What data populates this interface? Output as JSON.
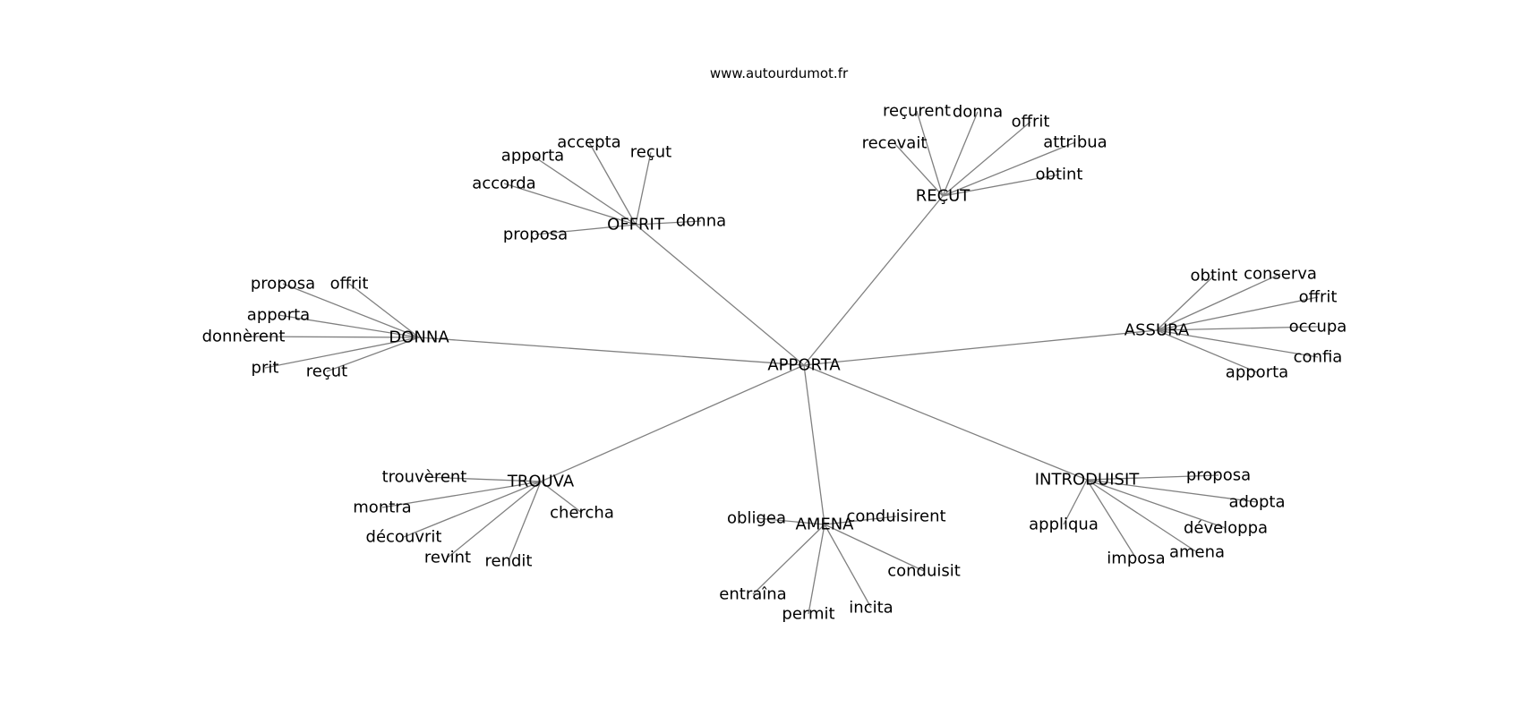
{
  "website": "www.autourdumot.fr",
  "center": {
    "id": "apporta",
    "label": "APPORTA"
  },
  "clusters": [
    {
      "id": "donna",
      "label": "DONNA",
      "words": [
        {
          "id": "donna-proposa",
          "label": "proposa"
        },
        {
          "id": "donna-offrit",
          "label": "offrit"
        },
        {
          "id": "donna-apporta",
          "label": "apporta"
        },
        {
          "id": "donna-donnerent",
          "label": "donnèrent"
        },
        {
          "id": "donna-prit",
          "label": "prit"
        },
        {
          "id": "donna-recut",
          "label": "reçut"
        }
      ]
    },
    {
      "id": "offrit",
      "label": "OFFRIT",
      "words": [
        {
          "id": "offrit-accepta",
          "label": "accepta"
        },
        {
          "id": "offrit-apporta",
          "label": "apporta"
        },
        {
          "id": "offrit-recut",
          "label": "reçut"
        },
        {
          "id": "offrit-accorda",
          "label": "accorda"
        },
        {
          "id": "offrit-donna",
          "label": "donna"
        },
        {
          "id": "offrit-proposa",
          "label": "proposa"
        }
      ]
    },
    {
      "id": "recut",
      "label": "REÇUT",
      "words": [
        {
          "id": "recut-recurent",
          "label": "reçurent"
        },
        {
          "id": "recut-donna",
          "label": "donna"
        },
        {
          "id": "recut-offrit",
          "label": "offrit"
        },
        {
          "id": "recut-recevait",
          "label": "recevait"
        },
        {
          "id": "recut-attribua",
          "label": "attribua"
        },
        {
          "id": "recut-obtint",
          "label": "obtint"
        }
      ]
    },
    {
      "id": "assura",
      "label": "ASSURA",
      "words": [
        {
          "id": "assura-obtint",
          "label": "obtint"
        },
        {
          "id": "assura-conserva",
          "label": "conserva"
        },
        {
          "id": "assura-offrit",
          "label": "offrit"
        },
        {
          "id": "assura-occupa",
          "label": "occupa"
        },
        {
          "id": "assura-confia",
          "label": "confia"
        },
        {
          "id": "assura-apporta",
          "label": "apporta"
        }
      ]
    },
    {
      "id": "introduisit",
      "label": "INTRODUISIT",
      "words": [
        {
          "id": "introduisit-proposa",
          "label": "proposa"
        },
        {
          "id": "introduisit-adopta",
          "label": "adopta"
        },
        {
          "id": "introduisit-appliqua",
          "label": "appliqua"
        },
        {
          "id": "introduisit-developpa",
          "label": "développa"
        },
        {
          "id": "introduisit-imposa",
          "label": "imposa"
        },
        {
          "id": "introduisit-amena",
          "label": "amena"
        }
      ]
    },
    {
      "id": "amena",
      "label": "AMENA",
      "words": [
        {
          "id": "amena-obligea",
          "label": "obligea"
        },
        {
          "id": "amena-conduisirent",
          "label": "conduisirent"
        },
        {
          "id": "amena-conduisit",
          "label": "conduisit"
        },
        {
          "id": "amena-entraina",
          "label": "entraîna"
        },
        {
          "id": "amena-permit",
          "label": "permit"
        },
        {
          "id": "amena-incita",
          "label": "incita"
        }
      ]
    },
    {
      "id": "trouva",
      "label": "TROUVA",
      "words": [
        {
          "id": "trouva-trouverent",
          "label": "trouvèrent"
        },
        {
          "id": "trouva-montra",
          "label": "montra"
        },
        {
          "id": "trouva-chercha",
          "label": "chercha"
        },
        {
          "id": "trouva-decouvrit",
          "label": "découvrit"
        },
        {
          "id": "trouva-revint",
          "label": "revint"
        },
        {
          "id": "trouva-rendit",
          "label": "rendit"
        }
      ]
    }
  ]
}
